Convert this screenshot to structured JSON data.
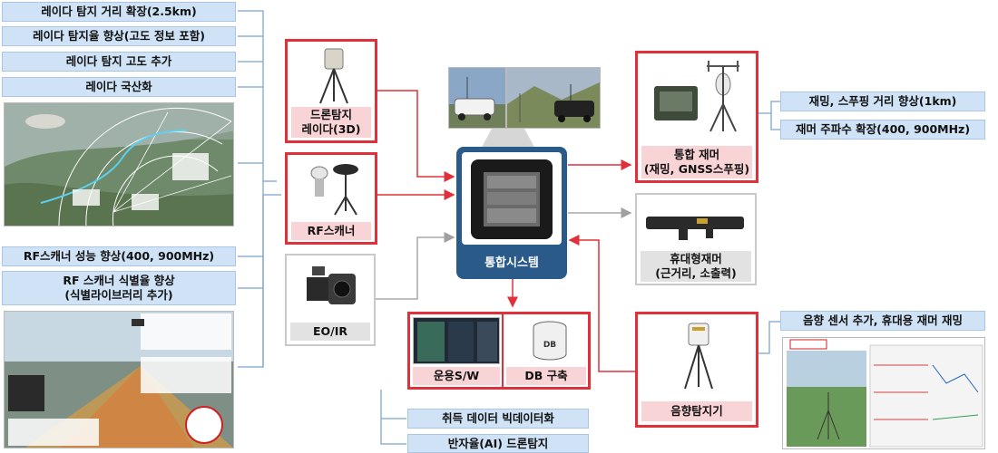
{
  "left": {
    "radar_items": [
      "레이다 탐지 거리 확장(2.5km)",
      "레이다 탐지율 향상(고도 정보 포함)",
      "레이다 탐지 고도 추가",
      "레이다 국산화"
    ],
    "rf_items": [
      "RF스캐너 성능 향상(400, 900MHz)",
      "RF 스캐너 식별율 향상\n(식별라이브러리 추가)"
    ]
  },
  "center": {
    "drone_radar": "드론탐지\n레이다(3D)",
    "rf_scanner": "RF스캐너",
    "eo_ir": "EO/IR",
    "integrated_system": "통합시스템",
    "ops_sw": "운용S/W",
    "db": "DB 구축",
    "db_icon_label": "DB"
  },
  "right": {
    "integrated_jammer": "통합 재머\n(재밍, GNSS스푸핑)",
    "portable_jammer": "휴대형재머\n(근거리, 소출력)",
    "acoustic": "음향탐지기",
    "jammer_items": [
      "재밍, 스푸핑 거리 향상(1km)",
      "재머 주파수 확장(400, 900MHz)"
    ],
    "acoustic_item": "음향 센서 추가, 휴대용 재머 재밍"
  },
  "bottom": {
    "items": [
      "취득 데이터 빅데이터화",
      "반자율(AI) 드론탐지"
    ]
  },
  "colors": {
    "accent_red": "#e0303a",
    "box_blue": "#cfe2f6",
    "system_navy": "#2a5a8a",
    "line_gray": "#a9a9a9"
  }
}
